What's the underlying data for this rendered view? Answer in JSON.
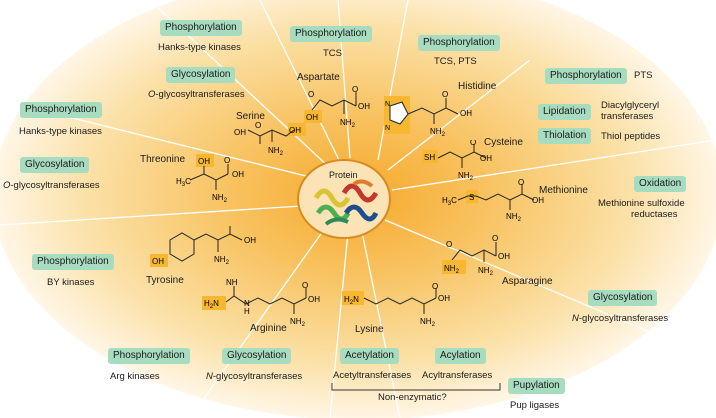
{
  "colors": {
    "tag_bg": "#a8dcc0",
    "glow_center": "#f6b13c",
    "highlight": "#f7b731"
  },
  "center": {
    "label": "Protein"
  },
  "amino_acids": {
    "serine": "Serine",
    "aspartate": "Aspartate",
    "histidine": "Histidine",
    "cysteine": "Cysteine",
    "methionine": "Methionine",
    "asparagine": "Asparagine",
    "lysine": "Lysine",
    "arginine": "Arginine",
    "tyrosine": "Tyrosine",
    "threonine": "Threonine"
  },
  "groups": {
    "ser_phos": {
      "tag": "Phosphorylation",
      "desc": "Hanks-type kinases"
    },
    "ser_glyc": {
      "tag": "Glycosylation",
      "desc_prefix": "O",
      "desc_rest": "-glycosyltransferases"
    },
    "asp_phos": {
      "tag": "Phosphorylation",
      "desc": "TCS"
    },
    "his_phos": {
      "tag": "Phosphorylation",
      "desc": "TCS, PTS"
    },
    "cys_phos": {
      "tag": "Phosphorylation",
      "desc": "PTS"
    },
    "cys_lip": {
      "tag": "Lipidation",
      "desc1": "Diacylglyceryl",
      "desc2": "transferases"
    },
    "cys_thio": {
      "tag": "Thiolation",
      "desc": "Thiol peptides"
    },
    "met_ox": {
      "tag": "Oxidation",
      "desc1": "Methionine sulfoxide",
      "desc2": "reductases"
    },
    "asn_glyc": {
      "tag": "Glycosylation",
      "desc_prefix": "N",
      "desc_rest": "-glycosyltransferases"
    },
    "lys_acet": {
      "tag": "Acetylation",
      "desc": "Acetyltransferases"
    },
    "lys_acyl": {
      "tag": "Acylation",
      "desc": "Acyltransferases"
    },
    "lys_pup": {
      "tag": "Pupylation",
      "desc": "Pup ligases"
    },
    "lys_nonenz": {
      "desc": "Non-enzymatic?"
    },
    "arg_phos": {
      "tag": "Phosphorylation",
      "desc": "Arg kinases"
    },
    "arg_glyc": {
      "tag": "Glycosylation",
      "desc_prefix": "N",
      "desc_rest": "-glycosyltransferases"
    },
    "tyr_phos": {
      "tag": "Phosphorylation",
      "desc": "BY kinases"
    },
    "thr_phos": {
      "tag": "Phosphorylation",
      "desc": "Hanks-type kinases"
    },
    "thr_glyc": {
      "tag": "Glycosylation",
      "desc_prefix": "O",
      "desc_rest": "-glycosyltransferases"
    }
  },
  "atoms": {
    "OH": "OH",
    "O": "O",
    "NH2": "NH",
    "sub2": "2",
    "SH": "SH",
    "S": "S",
    "H3C": "H",
    "sub3": "3",
    "C": "C",
    "N": "N",
    "H": "H",
    "NH": "NH",
    "H2N": "H",
    "HN": "H"
  }
}
